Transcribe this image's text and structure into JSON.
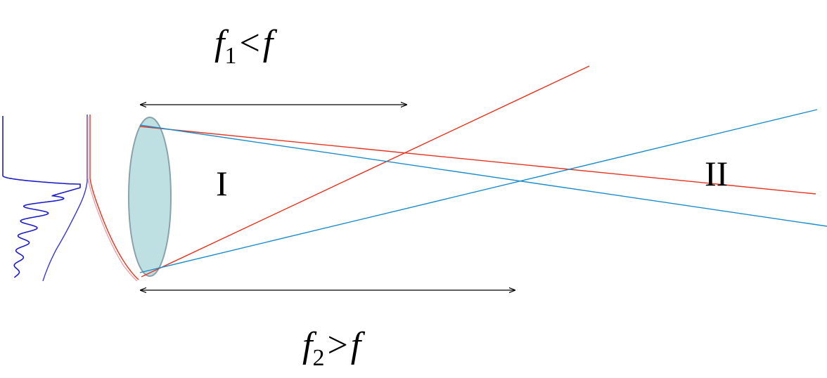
{
  "labels": {
    "f1_symbol": "f",
    "f1_subscript": "1",
    "f1_relation": "<",
    "f1_compare": "f",
    "f2_symbol": "f",
    "f2_subscript": "2",
    "f2_relation": ">",
    "f2_compare": "f",
    "region_one": "I",
    "region_two": "II"
  },
  "colors": {
    "red_ray": "#e8321e",
    "blue_ray": "#1a8ccc",
    "lens_fill": "#bfe0e3",
    "lens_stroke": "#8aa3ab",
    "dark_blue_profile": "#1c1ccc",
    "arrow": "#000000"
  }
}
